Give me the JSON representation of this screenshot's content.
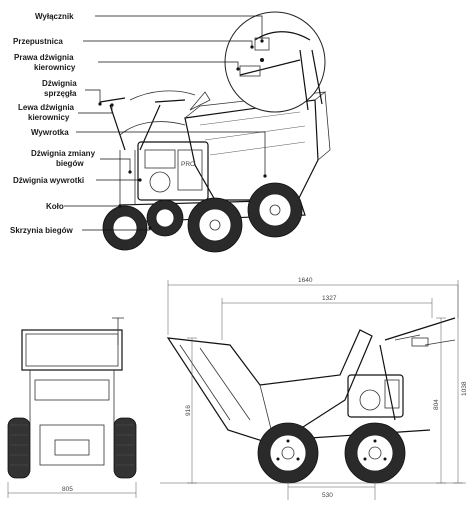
{
  "labels": [
    {
      "id": "switch",
      "text": "Wyłącznik"
    },
    {
      "id": "throttle",
      "text": "Przepustnica"
    },
    {
      "id": "right-lever-1",
      "text": "Prawa dźwignia"
    },
    {
      "id": "right-lever-2",
      "text": "kierownicy"
    },
    {
      "id": "clutch-1",
      "text": "Dźwignia"
    },
    {
      "id": "clutch-2",
      "text": "sprzęgła"
    },
    {
      "id": "left-lever-1",
      "text": "Lewa dźwignia"
    },
    {
      "id": "left-lever-2",
      "text": "kierownicy"
    },
    {
      "id": "dump",
      "text": "Wywrotka"
    },
    {
      "id": "gear-1",
      "text": "Dźwignia zmiany"
    },
    {
      "id": "gear-2",
      "text": "biegów"
    },
    {
      "id": "tip-lever",
      "text": "Dźwignia wywrotki"
    },
    {
      "id": "wheel",
      "text": "Koło"
    },
    {
      "id": "gearbox",
      "text": "Skrzynia biegów"
    }
  ],
  "dimensions": {
    "width_front": "805",
    "length_total": "1640",
    "length_upper": "1327",
    "height_bucket": "916",
    "height_frame": "804",
    "height_total": "1038",
    "wheelbase": "530"
  },
  "engine_badge": "PRO"
}
